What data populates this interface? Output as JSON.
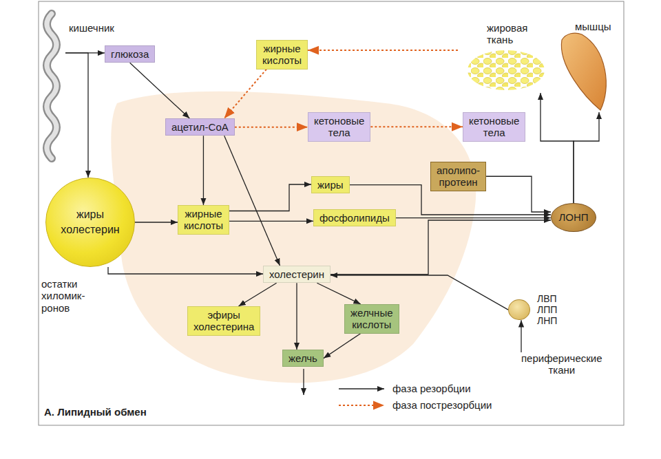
{
  "diagram": {
    "title": "А. Липидный обмен",
    "nodes": [
      {
        "text": [
          "кишечник"
        ]
      },
      {
        "text": [
          "глюкоза"
        ]
      },
      {
        "text": [
          "жирные кислоты"
        ]
      },
      {
        "text": [
          "жировая ткань"
        ]
      },
      {
        "text": [
          "мышцы"
        ]
      },
      {
        "text": [
          "ацетил-СоА"
        ]
      },
      {
        "text": [
          "кетоновые тела"
        ]
      },
      {
        "text": [
          "кетоновые тела"
        ]
      },
      {
        "text": [
          "жиры",
          "холестерин"
        ]
      },
      {
        "text": [
          "жиры"
        ]
      },
      {
        "text": [
          "жирные кислоты"
        ]
      },
      {
        "text": [
          "фосфолипиды"
        ]
      },
      {
        "text": [
          "аполипо- протеин"
        ]
      },
      {
        "text": [
          "ЛОНП"
        ]
      },
      {
        "text": [
          "холестерин"
        ]
      },
      {
        "text": [
          "эфиры холестерина"
        ]
      },
      {
        "text": [
          "желчные кислоты"
        ]
      },
      {
        "text": [
          "желчь"
        ]
      },
      {
        "text": [
          "ЛВП ЛПП ЛНП"
        ]
      },
      {
        "text": [
          "периферические ткани"
        ]
      }
    ],
    "edges": [
      {
        "from": 0,
        "to": 1,
        "arrow": "to"
      },
      {
        "from": 0,
        "to": 8,
        "arrow": "to"
      },
      {
        "from": 1,
        "to": 5,
        "arrow": "to"
      },
      {
        "from": 2,
        "to": 5,
        "arrow": "to"
      },
      {
        "from": 3,
        "to": 2,
        "arrow": "to"
      },
      {
        "from": 5,
        "to": 6,
        "arrow": "to"
      },
      {
        "from": 6,
        "to": 7,
        "arrow": "to"
      },
      {
        "from": 5,
        "to": 10,
        "arrow": "to"
      },
      {
        "from": 5,
        "to": 14,
        "arrow": "to"
      },
      {
        "from": 8,
        "to": 10,
        "arrow": "to"
      },
      {
        "from": 10,
        "to": 9,
        "arrow": "to"
      },
      {
        "from": 10,
        "to": 11,
        "arrow": "to"
      },
      {
        "from": 9,
        "to": 13,
        "arrow": "to"
      },
      {
        "from": 11,
        "to": 13,
        "arrow": "to"
      },
      {
        "from": 12,
        "to": 13,
        "arrow": "to"
      },
      {
        "from": 13,
        "to": 3,
        "arrow": "to"
      },
      {
        "from": 13,
        "to": 4,
        "arrow": "to"
      },
      {
        "from": 14,
        "to": 13,
        "arrow": "to"
      },
      {
        "from": 14,
        "to": 15,
        "arrow": "to"
      },
      {
        "from": 14,
        "to": 16,
        "arrow": "to"
      },
      {
        "from": 14,
        "to": 17,
        "arrow": "to"
      },
      {
        "from": 16,
        "to": 17,
        "arrow": "to"
      },
      {
        "from": 18,
        "to": 14,
        "arrow": "to"
      },
      {
        "from": 19,
        "to": 18,
        "arrow": "to"
      },
      {
        "from": 8,
        "to": 14,
        "arrow": "to"
      }
    ],
    "labels": [
      "остатки хиломик- ронов"
    ],
    "legend": [
      {
        "text": "фаза резорбции"
      },
      {
        "text": "фаза пострезорбции"
      }
    ]
  }
}
